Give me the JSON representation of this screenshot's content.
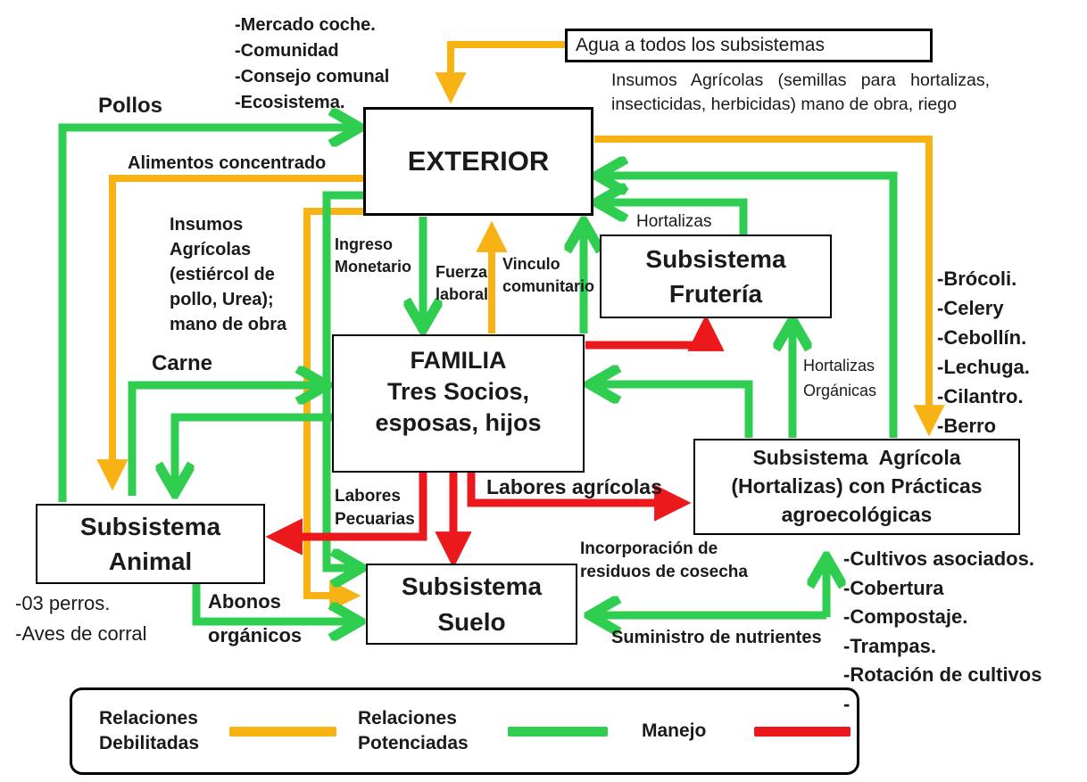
{
  "colors": {
    "weak": "#F8B214",
    "strong": "#2FCE51",
    "manage": "#EB191C"
  },
  "nodes": {
    "exterior": {
      "label": "EXTERIOR"
    },
    "agua": {
      "label": "Agua a todos los subsistemas"
    },
    "fruteria": {
      "line1": "Subsistema",
      "line2": "Frutería"
    },
    "familia": {
      "line1": "FAMILIA",
      "line2": "Tres Socios,",
      "line3": "esposas, hijos"
    },
    "agricola": {
      "line1": "Subsistema  Agrícola",
      "line2": "(Hortalizas) con Prácticas",
      "line3": "agroecológicas"
    },
    "animal": {
      "line1": "Subsistema",
      "line2": "Animal"
    },
    "suelo": {
      "line1": "Subsistema",
      "line2": "Suelo"
    }
  },
  "labels": {
    "pollos": "Pollos",
    "alimentos_concentrado": "Alimentos concentrado",
    "insumos_semillas": "Insumos Agrícolas (semillas para hortalizas, insecticidas, herbicidas) mano de obra, riego",
    "insumos_estiercol": "Insumos Agrícolas (estiércol de pollo, Urea); mano de obra",
    "ingreso_monetario": "Ingreso Monetario",
    "fuerza_laboral": "Fuerza laboral",
    "vinculo_comunitario": "Vinculo comunitario",
    "hortalizas": "Hortalizas",
    "hortalizas_organicas": "Hortalizas Orgánicas",
    "carne": "Carne",
    "labores_pecuarias": "Labores Pecuarias",
    "labores_agricolas": "Labores agrícolas",
    "incorporacion": "Incorporación de residuos de cosecha",
    "suministro": "Suministro de nutrientes",
    "abonos_organicos": "Abonos orgánicos"
  },
  "lists": {
    "community": [
      "-Mercado coche.",
      "-Comunidad",
      "-Consejo comunal",
      "-Ecosistema."
    ],
    "vegetables": [
      "-Brócoli.",
      "-Celery",
      "-Cebollín.",
      "-Lechuga.",
      "-Cilantro.",
      "-Berro"
    ],
    "animals": [
      "-03 perros.",
      "-Aves de corral"
    ],
    "practices": [
      "-Cultivos asociados.",
      "-Cobertura",
      "-Compostaje.",
      "-Trampas.",
      "-Rotación de cultivos",
      "-"
    ]
  },
  "legend": {
    "items": [
      {
        "label": "Relaciones Debilitadas",
        "color": "#F8B214"
      },
      {
        "label": "Relaciones Potenciadas",
        "color": "#2FCE51"
      },
      {
        "label": "Manejo",
        "color": "#EB191C"
      }
    ]
  }
}
